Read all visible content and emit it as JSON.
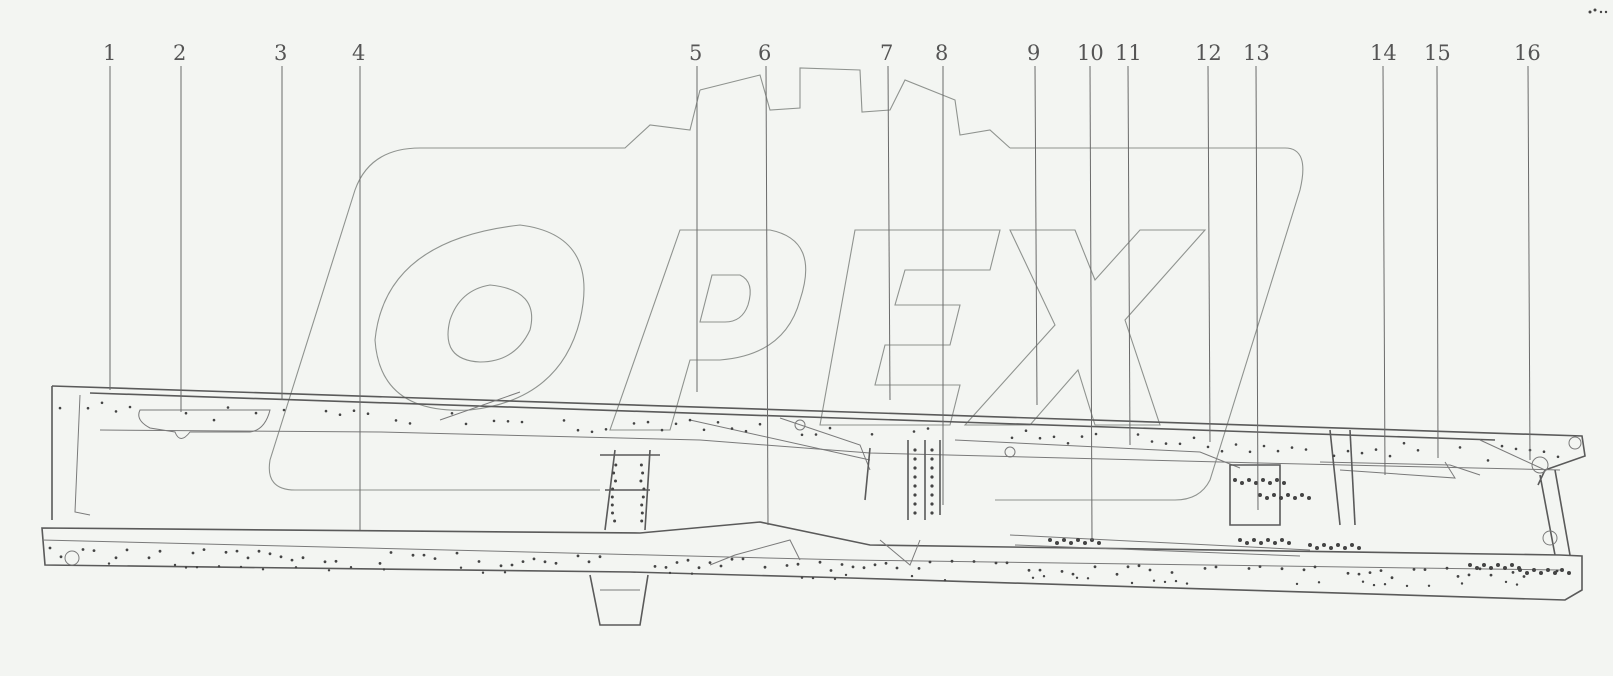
{
  "diagram": {
    "watermark_text": "OPEX",
    "callouts": [
      "1",
      "2",
      "3",
      "4",
      "5",
      "6",
      "7",
      "8",
      "9",
      "10",
      "11",
      "12",
      "13",
      "14",
      "15",
      "16"
    ]
  }
}
